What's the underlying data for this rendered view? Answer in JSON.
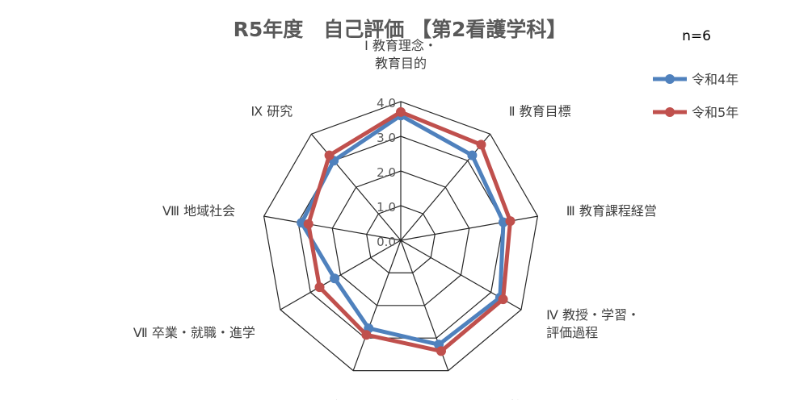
{
  "chart_data": {
    "type": "radar",
    "title": "R5年度　自己評価 【第2看護学科】",
    "note": "n=6",
    "rlim": [
      0,
      4
    ],
    "ticks": [
      "0.0",
      "1.0",
      "2.0",
      "3.0",
      "4.0"
    ],
    "grid": true,
    "legend_position": "right",
    "categories": [
      [
        "Ⅰ 教育理念・",
        "教育目的"
      ],
      [
        "Ⅱ 教育目標"
      ],
      [
        "Ⅲ 教育課程経営"
      ],
      [
        "Ⅳ 教授・学習・",
        "評価過程"
      ],
      [
        "Ⅴ 経営・管理過程"
      ],
      [
        "Ⅵ 入学"
      ],
      [
        "Ⅶ 卒業・就職・進学"
      ],
      [
        "Ⅷ 地域社会"
      ],
      [
        "Ⅸ 研究"
      ]
    ],
    "series": [
      {
        "name": "令和4年",
        "color": "#4F81BD",
        "values": [
          3.6,
          3.2,
          3.0,
          3.3,
          3.2,
          2.7,
          2.2,
          2.9,
          3.0
        ]
      },
      {
        "name": "令和5年",
        "color": "#C0504D",
        "values": [
          3.7,
          3.6,
          3.2,
          3.4,
          3.4,
          2.9,
          2.7,
          2.7,
          3.2
        ]
      }
    ]
  }
}
